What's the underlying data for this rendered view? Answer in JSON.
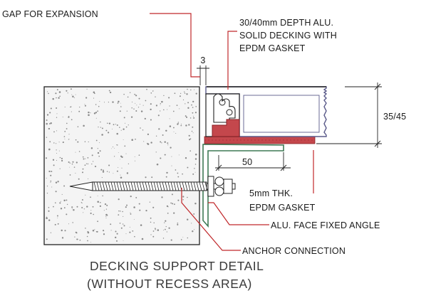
{
  "labels": {
    "gap": "GAP FOR EXPANSION",
    "decking_line1": "30/40mm DEPTH ALU.",
    "decking_line2": "SOLID DECKING WITH",
    "decking_line3": "EPDM GASKET",
    "gap_dim": "3",
    "height_dim": "35/45",
    "width_dim": "50",
    "gasket_line1": "5mm THK.",
    "gasket_line2": "EPDM GASKET",
    "angle": "ALU. FACE FIXED ANGLE",
    "anchor": "ANCHOR CONNECTION"
  },
  "title": {
    "line1": "DECKING SUPPORT DETAIL",
    "line2": "(WITHOUT RECESS AREA)"
  },
  "colors": {
    "leader": "#c0282b",
    "gasket": "#c4474c",
    "angle": "#3f7a55",
    "concrete_fill": "#f4f4f4",
    "concrete_dots": "#8a8a8a",
    "outline": "#222222",
    "decking_edge": "#5b5b8a"
  }
}
